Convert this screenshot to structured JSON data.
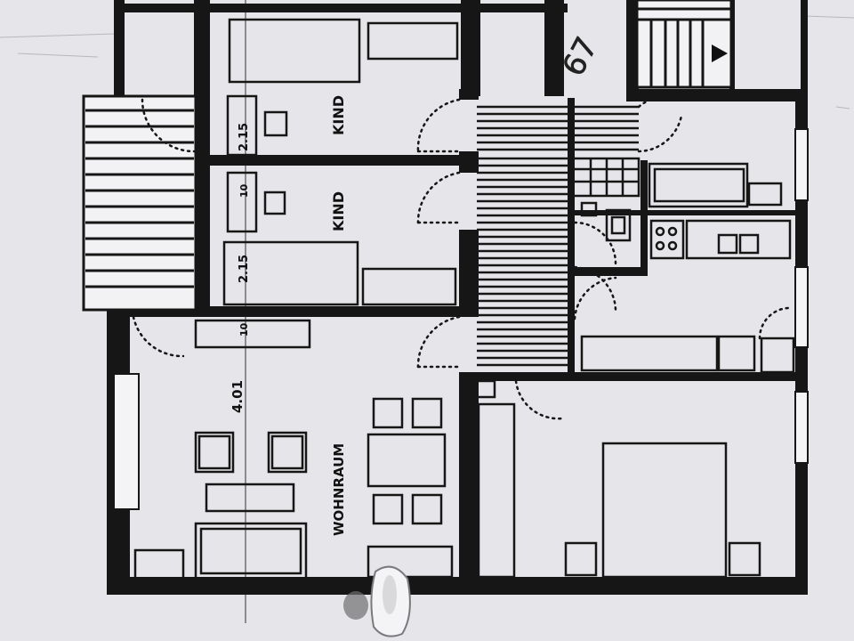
{
  "plan": {
    "rooms": {
      "kind_top": "KIND",
      "kind_bottom": "KIND",
      "wohnraum": "WOHNRAUM"
    },
    "dimensions": {
      "kind_top_width": "2.15",
      "kind_top_door": "10",
      "kind_bottom_width": "2.15",
      "wohnraum_door": "10",
      "wohnraum_width": "4.01"
    },
    "handwritten_number": "67"
  }
}
